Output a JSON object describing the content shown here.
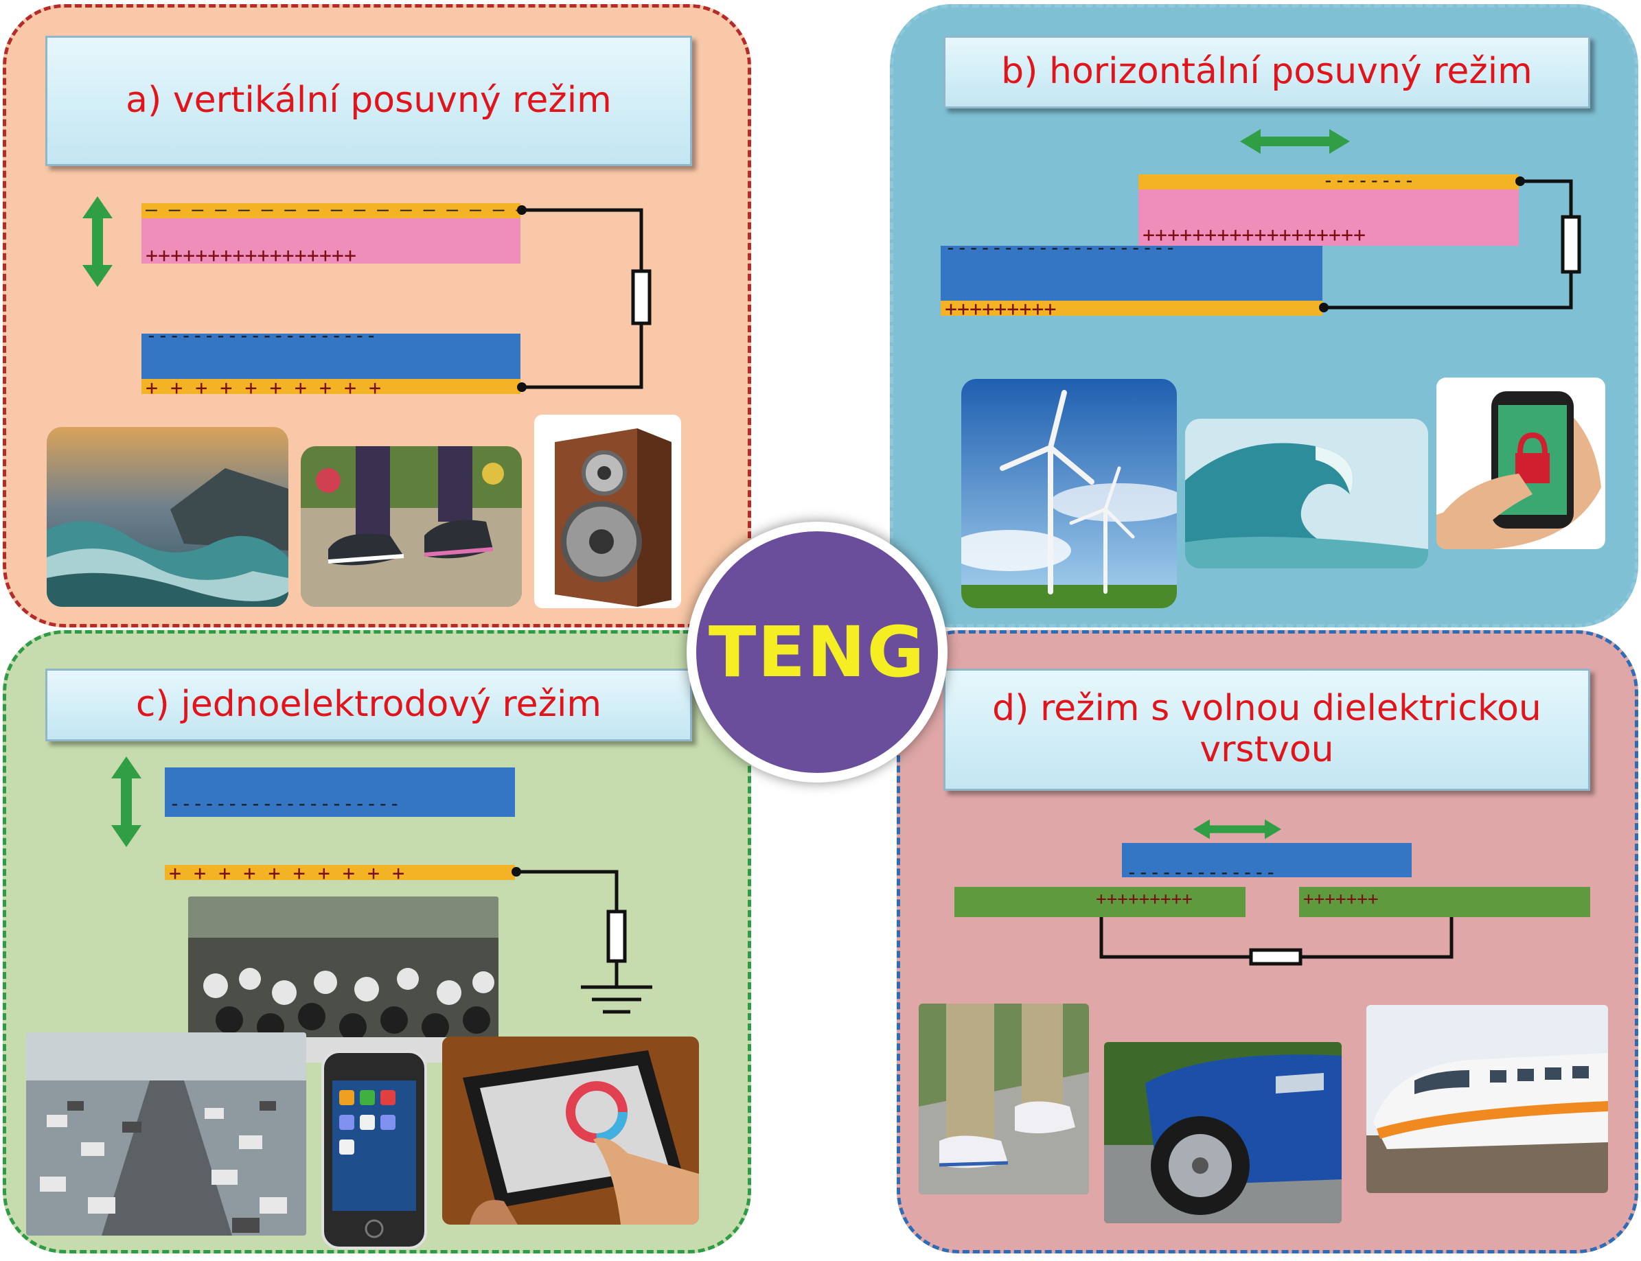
{
  "center": {
    "label": "TENG"
  },
  "quadrants": {
    "a": {
      "title": "a) vertikální posuvný režim"
    },
    "b": {
      "title": "b) horizontální posuvný režim"
    },
    "c": {
      "title": "c) jednoelektrodový režim"
    },
    "d": {
      "title": "d) režim s volnou dielektrickou vrstvou"
    }
  },
  "charges": {
    "a_top_minus": "– – – – – – – – – – – – – – – – –",
    "a_top_plus": "+++++++++++++++++",
    "a_bottom_minus": "--------------------",
    "a_bottom_plus": "+ + + + + + + + + +",
    "b_top_minus": "--------",
    "b_top_plus": "++++++++++++++++++",
    "b_bottom_minus": "--------------------",
    "b_bottom_plus": "+++++++++",
    "c_top_minus": "--------------------",
    "c_bottom_plus": "+ + + + + + + + + +",
    "d_top_minus": "-------------",
    "d_left_plus": "+++++++++",
    "d_right_plus": "+++++++"
  },
  "colors": {
    "quad_a_bg": "#f9c8a8",
    "quad_a_border": "#b62a2a",
    "quad_b_bg": "#7fc0d4",
    "quad_b_border": "#8ec8da",
    "quad_c_bg": "#c6dcae",
    "quad_c_border": "#2e9b45",
    "quad_d_bg": "#dfa7a7",
    "quad_d_border": "#2f6cb6",
    "electrode_blue": "#3475c4",
    "dielectric_pink": "#ef8dbb",
    "electrode_gold": "#f4b324",
    "layer_green": "#5f9a3e",
    "arrow_green": "#2f9e44",
    "charge": "#1a1a1a",
    "charge_plus": "#7a1014"
  },
  "photos": {
    "a": [
      "ocean-waves-painting",
      "walking-shoes",
      "speaker"
    ],
    "b": [
      "wind-turbines",
      "ocean-wave",
      "phone-lock-hand"
    ],
    "c": [
      "crowd-of-people",
      "highway-traffic",
      "smartphone",
      "tablet-touch"
    ],
    "d": [
      "walking-feet",
      "car-wheel",
      "high-speed-train"
    ]
  }
}
